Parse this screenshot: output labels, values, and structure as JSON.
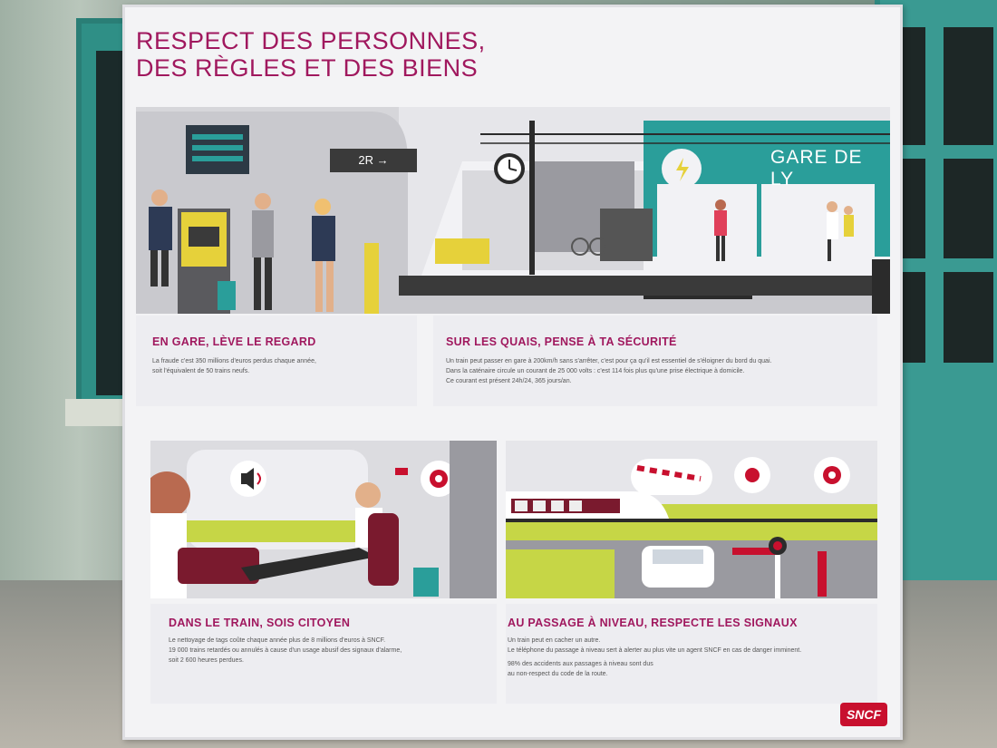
{
  "poster": {
    "title_line1": "RESPECT DES PERSONNES,",
    "title_line2": "DES RÈGLES ET DES BIENS",
    "logo": "SNCF",
    "platform_sign": "2R →",
    "station_name": "GARE DE LY",
    "sections": [
      {
        "heading": "EN GARE, LÈVE LE REGARD",
        "line1": "La fraude c'est 350 millions d'euros perdus chaque année,",
        "line2": "soit l'équivalent de 50 trains neufs."
      },
      {
        "heading": "SUR LES QUAIS, PENSE À TA SÉCURITÉ",
        "line1": "Un train peut passer en gare à 200km/h sans s'arrêter, c'est pour ça qu'il est essentiel de s'éloigner du bord du quai.",
        "line2": "Dans la caténaire circule un courant de 25 000 volts : c'est 114 fois plus qu'une prise électrique à domicile.",
        "line3": "Ce courant est présent 24h/24, 365 jours/an."
      },
      {
        "heading": "DANS LE TRAIN, SOIS CITOYEN",
        "line1": "Le nettoyage de tags coûte chaque année plus de 8 millions d'euros à SNCF.",
        "line2": "19 000 trains retardés ou annulés à cause d'un usage abusif des signaux d'alarme,",
        "line3": "soit 2 600 heures perdues."
      },
      {
        "heading": "AU PASSAGE À NIVEAU, RESPECTE LES SIGNAUX",
        "line1": "Un train peut en cacher un autre.",
        "line2": "Le téléphone du passage à niveau sert à alerter au plus vite un agent SNCF en cas de danger imminent.",
        "line3": "98% des accidents aux passages à niveau sont dus",
        "line4": "au non-respect du code de la route."
      }
    ]
  },
  "colors": {
    "accent": "#a0185e",
    "teal": "#2a9e9a",
    "lime": "#c6d646",
    "sncf_red": "#c8102e"
  }
}
